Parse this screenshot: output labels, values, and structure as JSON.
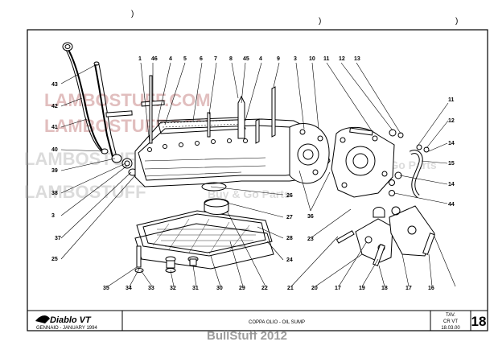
{
  "top_marks": [
    ")",
    ")",
    ")"
  ],
  "watermarks": {
    "primary": "LAMBOSTUFF.COM",
    "secondary": "LAMBOSTUFF",
    "phrase": "Buy & Go Parts"
  },
  "callouts": [
    "1",
    "46",
    "4",
    "5",
    "6",
    "7",
    "8",
    "45",
    "4",
    "9",
    "3",
    "10",
    "11",
    "12",
    "13",
    "11",
    "12",
    "14",
    "15",
    "14",
    "44",
    "43",
    "42",
    "41",
    "40",
    "39",
    "38",
    "3",
    "37",
    "25",
    "26",
    "27",
    "28",
    "24",
    "23",
    "36",
    "35",
    "34",
    "33",
    "32",
    "31",
    "30",
    "29",
    "22",
    "21",
    "20",
    "17",
    "19",
    "18",
    "17",
    "16"
  ],
  "footer": {
    "logo": "Diablo VT",
    "date": "GENNAIO - JANUARY 1994",
    "title": "COPPA OLIO - OIL SUMP",
    "tav_label": "TAV.",
    "model": "CR VT",
    "code_date": "18.03.00",
    "page_number": "18"
  },
  "credit": "BullStuff 2012"
}
